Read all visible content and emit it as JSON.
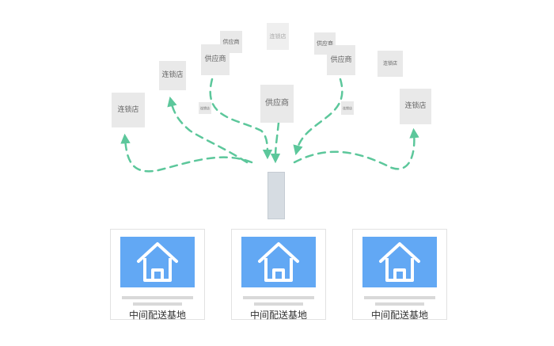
{
  "nodes": {
    "chain_left": "连锁店",
    "chain_mid_left": "连锁店",
    "supplier_top_small": "供应商",
    "supplier_left": "供应商",
    "chain_tiny_left": "连锁店",
    "supplier_center": "供应商",
    "chain_top_faint": "连锁店",
    "supplier_top_right_small": "供应商",
    "supplier_right": "供应商",
    "chain_tiny_right": "连锁店",
    "chain_right_small": "连锁店",
    "chain_right": "连锁店"
  },
  "hubs": [
    {
      "label": "中间配送基地"
    },
    {
      "label": "中间配送基地"
    },
    {
      "label": "中间配送基地"
    }
  ],
  "colors": {
    "flow": "#5cc79b",
    "card_image": "#62a8f4",
    "hub_column": "#d6dce2"
  },
  "icons": {
    "hub_image": "house-icon"
  }
}
